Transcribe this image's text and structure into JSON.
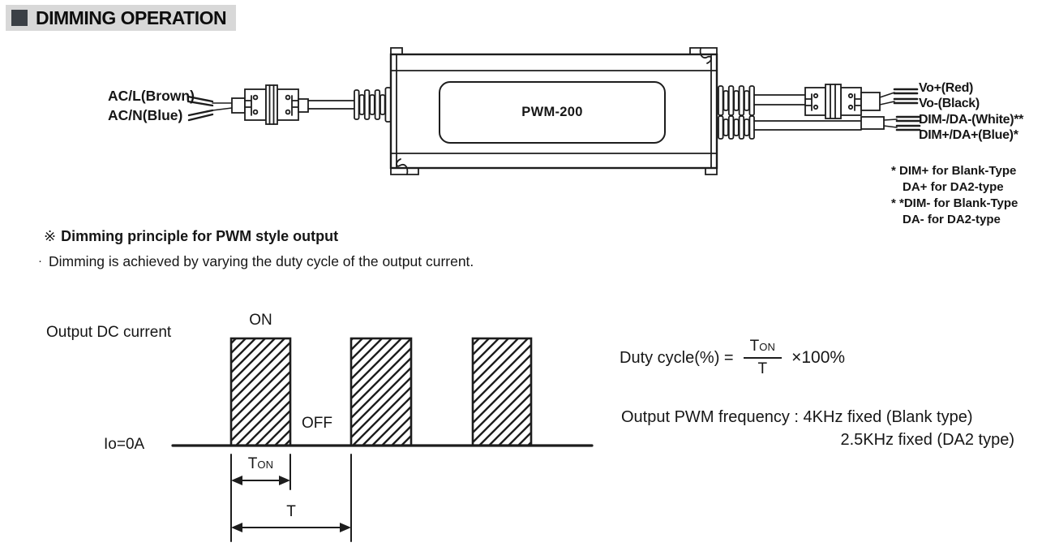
{
  "header": {
    "title": "DIMMING OPERATION",
    "bar_bg": "#d8d8d8",
    "marker_color": "#3b4046"
  },
  "device_diagram": {
    "model": "PWM-200",
    "input_labels": [
      "AC/L(Brown)",
      "AC/N(Blue)"
    ],
    "output_labels": [
      "Vo+(Red)",
      "Vo-(Black)",
      "DIM-/DA-(White)**",
      "DIM+/DA+(Blue)*"
    ],
    "footnotes": [
      "* DIM+ for Blank-Type",
      "DA+ for DA2-type",
      "* *DIM- for Blank-Type",
      "DA- for DA2-type"
    ]
  },
  "principle": {
    "marker": "※",
    "heading": "Dimming principle for PWM style output",
    "bullet": "·",
    "body": "Dimming is achieved by varying the duty cycle of the output current."
  },
  "waveform": {
    "axis_label": "Output DC current",
    "on_label": "ON",
    "off_label": "OFF",
    "zero_label": "Io=0A",
    "ton_main": "T",
    "ton_sub": "ON",
    "period_label": "T",
    "duty_cycle_shown_percent": 50,
    "pulse_count": 3
  },
  "formula": {
    "lhs": "Duty cycle(%) =",
    "numerator_main": "T",
    "numerator_sub": "ON",
    "denominator": "T",
    "rhs": "×100%"
  },
  "frequency": {
    "line1": "Output PWM frequency : 4KHz fixed (Blank type)",
    "line2": "2.5KHz fixed (DA2 type)"
  },
  "ink_color": "#1d1d1d"
}
